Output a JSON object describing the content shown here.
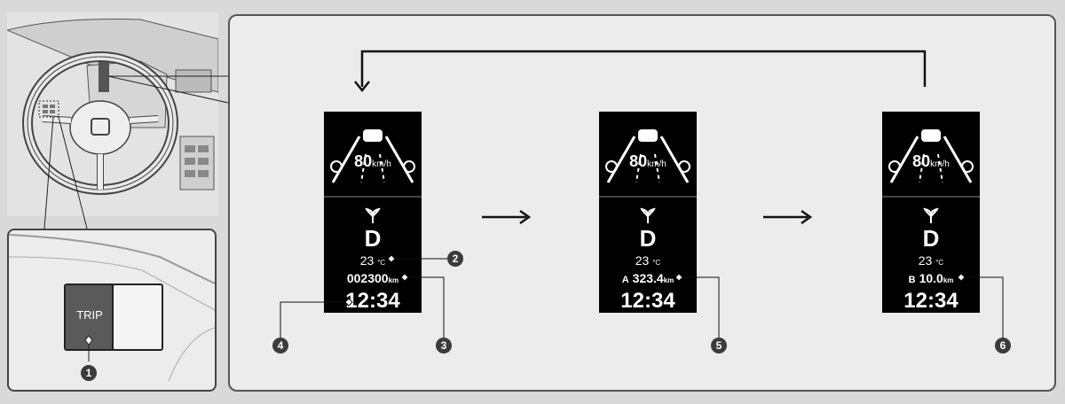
{
  "trip_button_label": "TRIP",
  "callouts": [
    "1",
    "2",
    "3",
    "4",
    "5",
    "6"
  ],
  "screens": [
    {
      "speed": "80",
      "speed_unit": "km/h",
      "gear": "D",
      "temp": "23",
      "temp_unit": "°C",
      "odo_prefix": "",
      "odo": "002300",
      "odo_unit": "km",
      "clock": "12:34"
    },
    {
      "speed": "80",
      "speed_unit": "km/h",
      "gear": "D",
      "temp": "23",
      "temp_unit": "°C",
      "odo_prefix": "A",
      "odo": "323.4",
      "odo_unit": "km",
      "clock": "12:34"
    },
    {
      "speed": "80",
      "speed_unit": "km/h",
      "gear": "D",
      "temp": "23",
      "temp_unit": "°C",
      "odo_prefix": "B",
      "odo": "10.0",
      "odo_unit": "km",
      "clock": "12:34"
    }
  ],
  "icons": [
    "steering-wheel-icon",
    "arrow-right-icon",
    "return-arrow-icon",
    "leaf-icon",
    "lead-car-icon",
    "lane-assist-icon",
    "collision-icon"
  ]
}
